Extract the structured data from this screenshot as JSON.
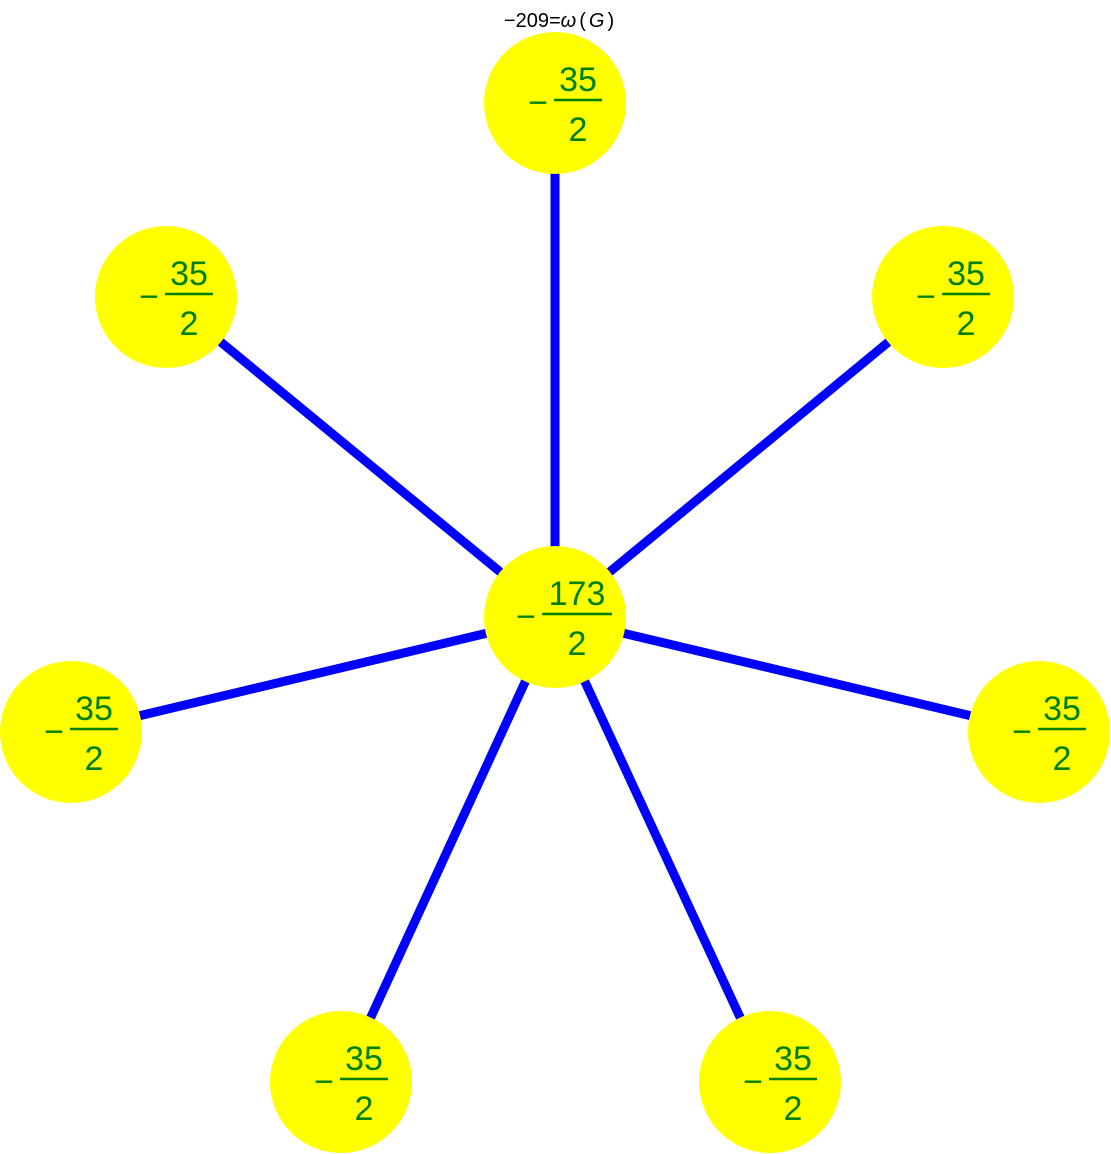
{
  "diagram": {
    "title": {
      "prefix": "−209=",
      "omega": "ω",
      "open_paren": "(",
      "variable": "G",
      "close_paren": ")"
    },
    "colors": {
      "node_fill": "#ffff00",
      "label_color": "#008000",
      "edge_color": "#0000ff",
      "title_color": "#000000"
    },
    "nodes": [
      {
        "id": "center",
        "sign": "−",
        "numerator": "173",
        "denominator": "2"
      },
      {
        "id": "top",
        "sign": "−",
        "numerator": "35",
        "denominator": "2"
      },
      {
        "id": "upper-left",
        "sign": "−",
        "numerator": "35",
        "denominator": "2"
      },
      {
        "id": "upper-right",
        "sign": "−",
        "numerator": "35",
        "denominator": "2"
      },
      {
        "id": "left",
        "sign": "−",
        "numerator": "35",
        "denominator": "2"
      },
      {
        "id": "right",
        "sign": "−",
        "numerator": "35",
        "denominator": "2"
      },
      {
        "id": "lower-left",
        "sign": "−",
        "numerator": "35",
        "denominator": "2"
      },
      {
        "id": "lower-right",
        "sign": "−",
        "numerator": "35",
        "denominator": "2"
      }
    ],
    "edges": [
      [
        "center",
        "top"
      ],
      [
        "center",
        "upper-left"
      ],
      [
        "center",
        "upper-right"
      ],
      [
        "center",
        "left"
      ],
      [
        "center",
        "right"
      ],
      [
        "center",
        "lower-left"
      ],
      [
        "center",
        "lower-right"
      ]
    ]
  }
}
